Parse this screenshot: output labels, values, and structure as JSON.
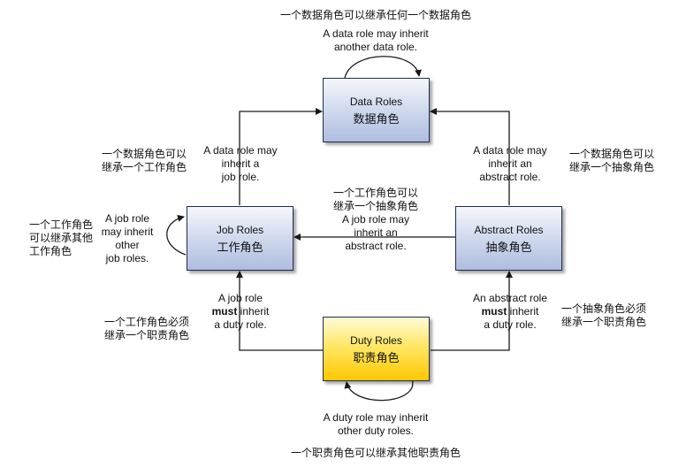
{
  "boxes": {
    "data": {
      "en": "Data Roles",
      "zh": "数据角色"
    },
    "job": {
      "en": "Job Roles",
      "zh": "工作角色"
    },
    "abstract": {
      "en": "Abstract Roles",
      "zh": "抽象角色"
    },
    "duty": {
      "en": "Duty Roles",
      "zh": "职责角色"
    }
  },
  "labels": {
    "data_self_zh": "一个数据角色可以继承任何一个数据角色",
    "data_self_en": [
      "A data role may inherit",
      "another data role."
    ],
    "data_job_zh": [
      "一个数据角色可以",
      "继承一个工作角色"
    ],
    "data_job_en": [
      "A data role may",
      "inherit a",
      "job role."
    ],
    "data_abstract_zh": [
      "一个数据角色可以",
      "继承一个抽象角色"
    ],
    "data_abstract_en": [
      "A data role may",
      "inherit an",
      "abstract role."
    ],
    "job_abstract_zh": [
      "一个工作角色可以",
      "继承一个抽象角色"
    ],
    "job_abstract_en": [
      "A job role may",
      "inherit an",
      "abstract role."
    ],
    "job_self_zh": [
      "一个工作角色",
      "可以继承其他",
      "工作角色"
    ],
    "job_self_en": [
      "A job role",
      "may inherit",
      "other",
      "job roles."
    ],
    "job_duty_zh": [
      "一个工作角色必须",
      "继承一个职责角色"
    ],
    "job_duty_en": {
      "l1": "A job role",
      "must": "must",
      "inherit": " inherit",
      "l3": "a duty role."
    },
    "abstract_duty_zh": [
      "一个抽象角色必须",
      "继承一个职责角色"
    ],
    "abstract_duty_en": {
      "l1": "An abstract role",
      "must": "must",
      "inherit": " inherit",
      "l3": "a duty role."
    },
    "duty_self_en": [
      "A duty role may inherit",
      "other duty roles."
    ],
    "duty_self_zh": "一个职责角色可以继承其他职责角色"
  },
  "colors": {
    "line": "#1a1a1a",
    "box_border": "#1f2d4a",
    "blue_fill": "#c9d4ea",
    "gold_fill": "#ffd21f"
  }
}
